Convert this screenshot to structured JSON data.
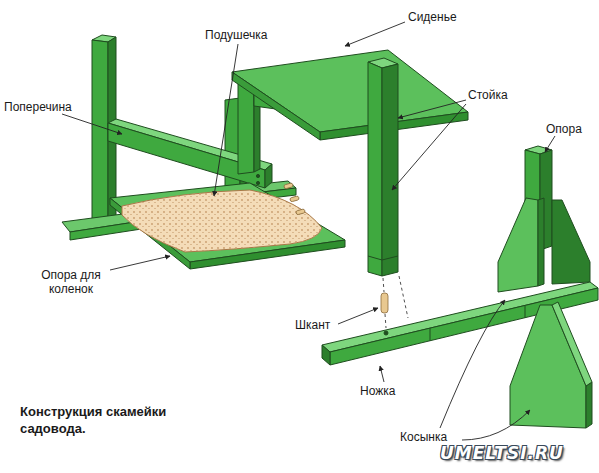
{
  "diagram": {
    "caption": "Конструкция скамейки садовода.",
    "labels": [
      "Подушечка",
      "Сиденье",
      "Поперечина",
      "Стойка",
      "Опора",
      "Опора для коленок",
      "Шкант",
      "Ножка",
      "Косынка",
      "UMELTSI.RU"
    ]
  }
}
